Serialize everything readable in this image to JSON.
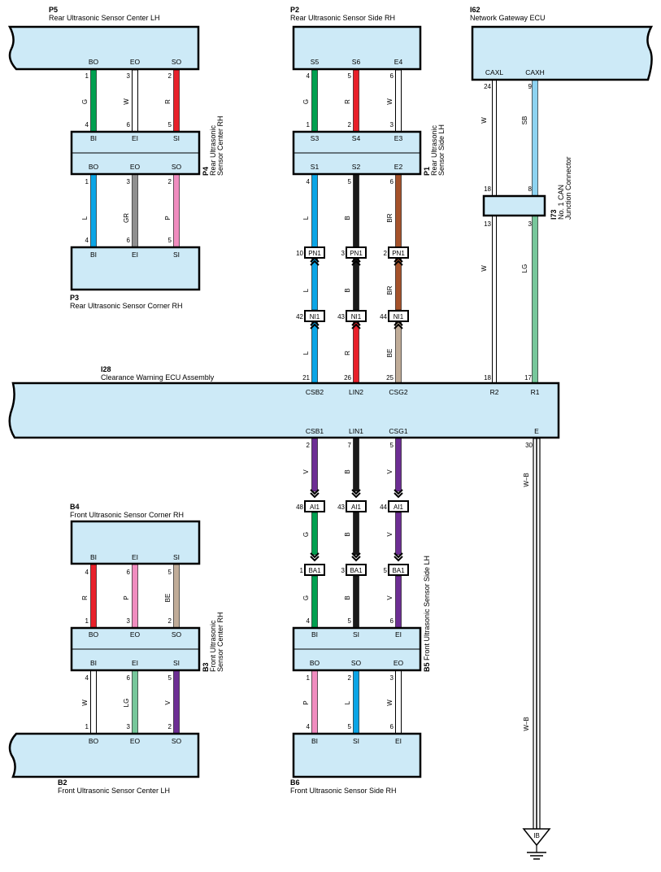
{
  "components": {
    "P5": {
      "code": "P5",
      "name": "Rear Ultrasonic Sensor Center LH"
    },
    "P2": {
      "code": "P2",
      "name": "Rear Ultrasonic Sensor Side RH"
    },
    "I62": {
      "code": "I62",
      "name": "Network Gateway ECU"
    },
    "P4": {
      "code": "P4",
      "name_line1": "Rear Ultrasonic",
      "name_line2": "Sensor Center RH"
    },
    "P1": {
      "code": "P1",
      "name_line1": "Rear Ultrasonic",
      "name_line2": "Sensor Side LH"
    },
    "I73": {
      "code": "I73",
      "name_line1": "No. 1 CAN",
      "name_line2": "Junction Connector"
    },
    "P3": {
      "code": "P3",
      "name": "Rear Ultrasonic Sensor Corner RH"
    },
    "I28": {
      "code": "I28",
      "name": "Clearance Warning ECU Assembly"
    },
    "B4": {
      "code": "B4",
      "name": "Front Ultrasonic Sensor Corner RH"
    },
    "B3": {
      "code": "B3",
      "name_line1": "Front Ultrasonic",
      "name_line2": "Sensor Center RH"
    },
    "B5": {
      "code": "B5",
      "name": "Front Ultrasonic Sensor Side LH"
    },
    "B2": {
      "code": "B2",
      "name": "Front Ultrasonic Sensor Center LH"
    },
    "B6": {
      "code": "B6",
      "name": "Front Ultrasonic Sensor Side RH"
    }
  },
  "terminals": {
    "p5": [
      "BO",
      "EO",
      "SO"
    ],
    "p2": [
      "S5",
      "S6",
      "E4"
    ],
    "i62": [
      "CAXL",
      "CAXH"
    ],
    "p4_top": [
      "BI",
      "EI",
      "SI"
    ],
    "p4_bottom": [
      "BO",
      "EO",
      "SO"
    ],
    "p1_top": [
      "S3",
      "S4",
      "E3"
    ],
    "p1_bottom": [
      "S1",
      "S2",
      "E2"
    ],
    "p3": [
      "BI",
      "EI",
      "SI"
    ],
    "ecu_top": [
      "CSB2",
      "LIN2",
      "CSG2",
      "R2",
      "R1"
    ],
    "ecu_bottom": [
      "CSB1",
      "LIN1",
      "CSG1",
      "E"
    ],
    "b4": [
      "BI",
      "EI",
      "SI"
    ],
    "b3_top": [
      "BO",
      "EO",
      "SO"
    ],
    "b3_bottom": [
      "BI",
      "EI",
      "SI"
    ],
    "b5_top": [
      "BI",
      "SI",
      "EI"
    ],
    "b5_bottom": [
      "BO",
      "SO",
      "EO"
    ],
    "b2": [
      "BO",
      "EO",
      "SO"
    ],
    "b6": [
      "BI",
      "SI",
      "EI"
    ]
  },
  "pins": {
    "p5": [
      "1",
      "3",
      "2"
    ],
    "p4_in": [
      "4",
      "6",
      "5"
    ],
    "p4_out": [
      "1",
      "3",
      "2"
    ],
    "p3": [
      "4",
      "6",
      "5"
    ],
    "p2": [
      "4",
      "5",
      "6"
    ],
    "p1_in": [
      "1",
      "2",
      "3"
    ],
    "p1_out": [
      "4",
      "5",
      "6"
    ],
    "pn1": [
      "10",
      "3",
      "2"
    ],
    "ni1": [
      "42",
      "43",
      "44"
    ],
    "ecu_top": [
      "21",
      "26",
      "25"
    ],
    "i62": [
      "24",
      "9"
    ],
    "i73_top": [
      "18",
      "8"
    ],
    "i73_bottom": [
      "13",
      "3"
    ],
    "ecu_r": [
      "18",
      "17"
    ],
    "ecu_bottom": [
      "2",
      "7",
      "5"
    ],
    "ecu_e": "30",
    "ai1": [
      "48",
      "43",
      "44"
    ],
    "ba1": [
      "1",
      "3",
      "5"
    ],
    "b5_in": [
      "4",
      "5",
      "6"
    ],
    "b5_out": [
      "1",
      "2",
      "3"
    ],
    "b6": [
      "4",
      "5",
      "6"
    ],
    "b4": [
      "4",
      "6",
      "5"
    ],
    "b3_in": [
      "1",
      "3",
      "2"
    ],
    "b3_out": [
      "4",
      "6",
      "5"
    ],
    "b2": [
      "1",
      "3",
      "2"
    ]
  },
  "wire_colors": {
    "p5_p4": [
      "G",
      "W",
      "R"
    ],
    "p4_p3": [
      "L",
      "GR",
      "P"
    ],
    "p2_p1": [
      "G",
      "R",
      "W"
    ],
    "p1_pn1": [
      "L",
      "B",
      "BR"
    ],
    "pn1_ni1": [
      "L",
      "B",
      "BR"
    ],
    "ni1_ecu": [
      "L",
      "R",
      "BE"
    ],
    "i62_i73": [
      "W",
      "SB"
    ],
    "i73_ecu": [
      "W",
      "LG"
    ],
    "ecu_ai1": [
      "V",
      "B",
      "V"
    ],
    "ai1_ba1": [
      "G",
      "B",
      "V"
    ],
    "ba1_b5": [
      "G",
      "B",
      "V"
    ],
    "b5_b6": [
      "P",
      "L",
      "W"
    ],
    "b4_b3": [
      "R",
      "P",
      "BE"
    ],
    "b3_b2": [
      "W",
      "LG",
      "V"
    ],
    "ground_upper": "W–B",
    "ground_lower": "W–B"
  },
  "connectors": {
    "pn1": "PN1",
    "ni1": "NI1",
    "ai1": "AI1",
    "ba1": "BA1"
  },
  "ground": {
    "label": "IB"
  },
  "colors": {
    "box_fill": "#cdeaf7",
    "G": "#00a050",
    "R": "#e8202a",
    "W": "#ffffff",
    "L": "#0aa5e6",
    "GR": "#8f8f8f",
    "P": "#f08cbf",
    "B": "#1a1a1a",
    "BR": "#a5522a",
    "BE": "#c0ac98",
    "SB": "#8dd3f1",
    "LG": "#77c79b",
    "V": "#6d2e94"
  }
}
